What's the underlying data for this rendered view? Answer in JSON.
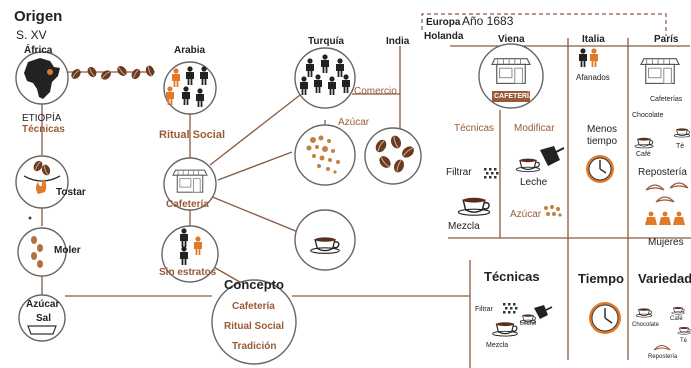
{
  "header": {
    "title": "Origen",
    "century": "S. XV"
  },
  "regions": {
    "africa": "África",
    "arabia": "Arabia",
    "turquia": "Turquía",
    "india": "India",
    "europa": "Europa",
    "holanda": "Holanda",
    "ano": "Año 1683",
    "viena": "Viena",
    "italia": "Italia",
    "paris": "París"
  },
  "left": {
    "etiopia": "ETIOPÍA",
    "tecnicas": "Técnicas",
    "tostar": "Tostar",
    "moler": "Moler",
    "azucar": "Azúcar",
    "sal": "Sal"
  },
  "middle": {
    "ritual_social": "Ritual Social",
    "cafeteria": "Cafetería",
    "sin_estratos": "Sin estratos",
    "comercio": "Comercio",
    "azucar": "Azúcar"
  },
  "concepto": {
    "title": "Concepto",
    "items": [
      "Cafetería",
      "Ritual Social",
      "Tradición"
    ]
  },
  "viena": {
    "sign": "CAFETERÍA",
    "tecnicas": "Técnicas",
    "modificar": "Modificar",
    "filtrar": "Filtrar",
    "mezcla": "Mezcla",
    "leche": "Leche",
    "azucar": "Azúcar"
  },
  "italia": {
    "afanados": "Afanados",
    "menos_tiempo": "Menos tiempo"
  },
  "paris": {
    "cafeterias": "Cafeterías",
    "chocolate": "Chocolate",
    "cafe": "Café",
    "te": "Té",
    "reposteria": "Repostería",
    "mujeres": "Mujeres"
  },
  "bottom": {
    "tecnicas": "Técnicas",
    "tiempo": "Tiempo",
    "variedad": "Variedad",
    "filtrar": "Filtrar",
    "leche": "Leche",
    "mezcla": "Mezcla",
    "chocolate": "Chocolate",
    "cafe": "Café",
    "te": "Té",
    "reposteria": "Repostería"
  },
  "colors": {
    "brown": "#9a5a36",
    "dark": "#222222",
    "orange": "#e07a2a",
    "line": "#8a5a40"
  }
}
